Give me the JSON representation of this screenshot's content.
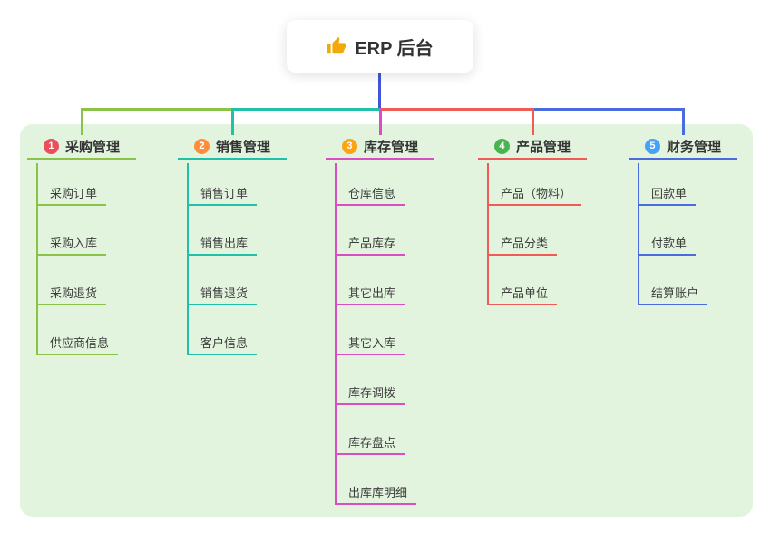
{
  "root": {
    "label": "ERP 后台",
    "icon": "thumbs-up-icon"
  },
  "canvas": {
    "background": "#e3f4de",
    "stem_color": "#4254d9"
  },
  "branches": [
    {
      "num": "1",
      "label": "采购管理",
      "badge_color": "#ea4f5b",
      "line_color": "#8bc34a",
      "children": [
        "采购订单",
        "采购入库",
        "采购退货",
        "供应商信息"
      ]
    },
    {
      "num": "2",
      "label": "销售管理",
      "badge_color": "#ff8d3a",
      "line_color": "#21c0ab",
      "children": [
        "销售订单",
        "销售出库",
        "销售退货",
        "客户信息"
      ]
    },
    {
      "num": "3",
      "label": "库存管理",
      "badge_color": "#ffa216",
      "line_color": "#d94ec2",
      "children": [
        "仓库信息",
        "产品库存",
        "其它出库",
        "其它入库",
        "库存调拨",
        "库存盘点",
        "出库库明细"
      ]
    },
    {
      "num": "4",
      "label": "产品管理",
      "badge_color": "#46b450",
      "line_color": "#ef5b56",
      "children": [
        "产品（物料）",
        "产品分类",
        "产品单位"
      ]
    },
    {
      "num": "5",
      "label": "财务管理",
      "badge_color": "#45a2f5",
      "line_color": "#4a6bdb",
      "children": [
        "回款单",
        "付款单",
        "结算账户"
      ]
    }
  ]
}
